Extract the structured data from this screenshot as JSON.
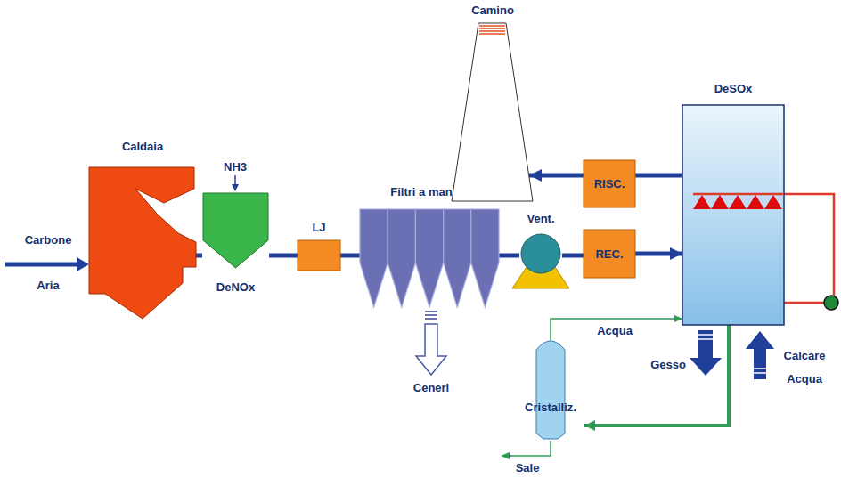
{
  "diagram": {
    "nodes": [
      {
        "text": [
          "Caldaia"
        ]
      },
      {
        "text": [
          "DeNOx"
        ]
      },
      {
        "text": [
          "LJ"
        ]
      },
      {
        "text": [
          "Filtri a manica"
        ]
      },
      {
        "text": [
          "Vent."
        ]
      },
      {
        "text": [
          "REC."
        ]
      },
      {
        "text": [
          "DeSOx"
        ]
      },
      {
        "text": [
          "RISC."
        ]
      },
      {
        "text": [
          "Camino"
        ]
      },
      {
        "text": [
          "Cristalliz."
        ]
      }
    ],
    "edges": [
      {
        "from": 0,
        "to": 1,
        "arrow": "none"
      },
      {
        "from": 1,
        "to": 2,
        "arrow": "none"
      },
      {
        "from": 2,
        "to": 3,
        "arrow": "none"
      },
      {
        "from": 3,
        "to": 4,
        "arrow": "none"
      },
      {
        "from": 4,
        "to": 5,
        "arrow": "none"
      },
      {
        "from": 5,
        "to": 6,
        "arrow": "to"
      },
      {
        "from": 6,
        "to": 7,
        "arrow": "none"
      },
      {
        "from": 7,
        "to": 8,
        "arrow": "to"
      },
      {
        "from": 6,
        "to": 9,
        "arrow": "to"
      },
      {
        "from": 9,
        "to": 6,
        "arrow": "to",
        "label": "Acqua"
      }
    ],
    "labels": [
      "Carbone",
      "Aria",
      "NH3",
      "Ceneri",
      "Gesso",
      "Calcare",
      "Acqua",
      "Sale"
    ]
  }
}
